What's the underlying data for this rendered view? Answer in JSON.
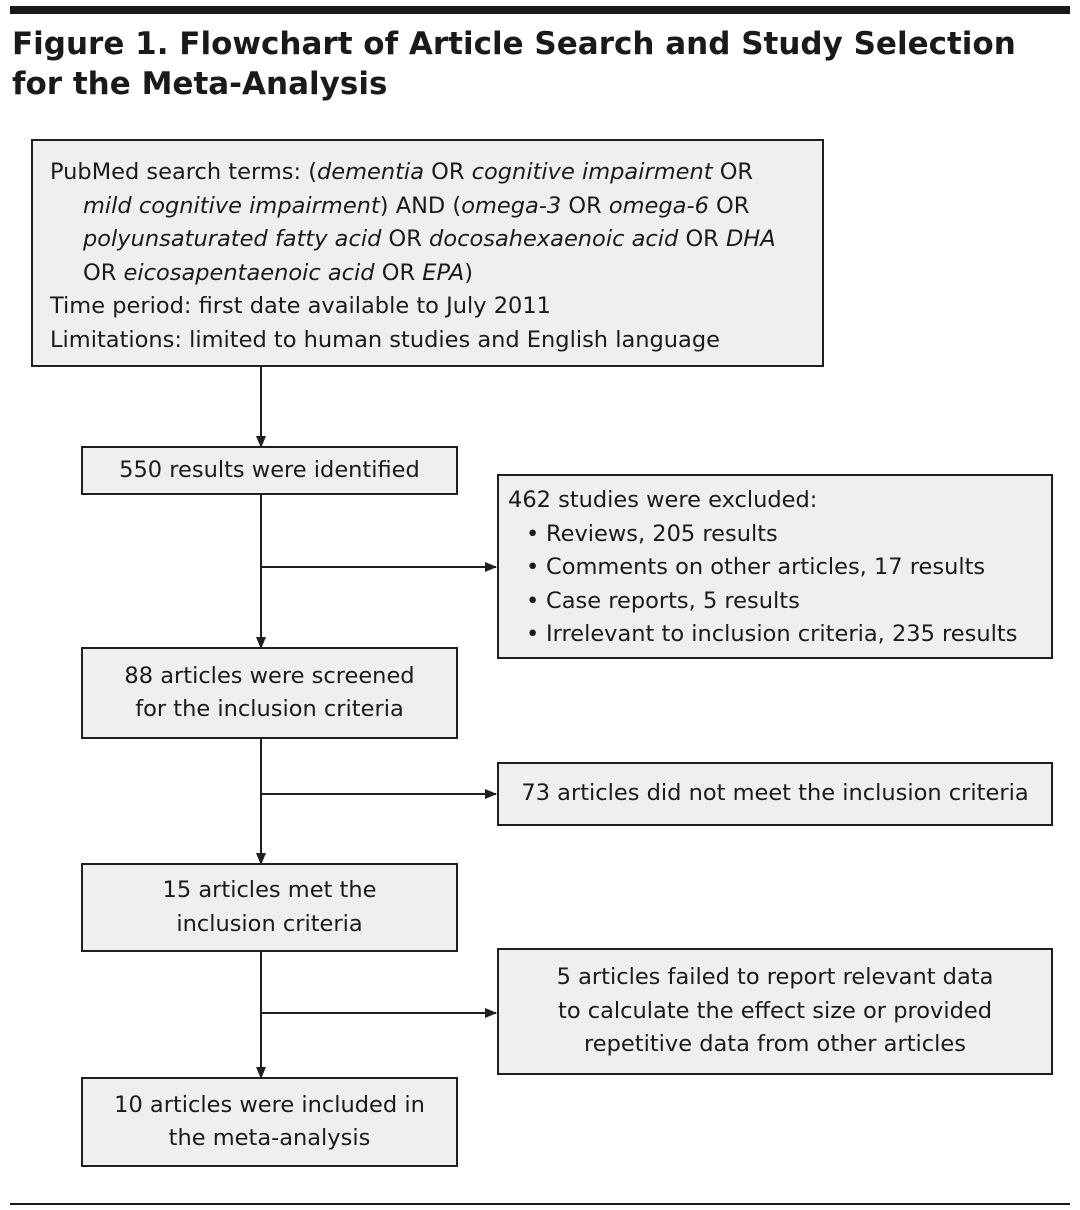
{
  "figure": {
    "title": "Figure 1. Flowchart of Article Search and Study Selection for the Meta-Analysis"
  },
  "search_box": {
    "line1": [
      {
        "t": "PubMed search terms: (",
        "i": false
      },
      {
        "t": "dementia",
        "i": true
      },
      {
        "t": " OR ",
        "i": false
      },
      {
        "t": "cognitive impairment",
        "i": true
      },
      {
        "t": " OR",
        "i": false
      }
    ],
    "line2": [
      {
        "t": "mild cognitive impairment",
        "i": true
      },
      {
        "t": ") AND (",
        "i": false
      },
      {
        "t": "omega-3",
        "i": true
      },
      {
        "t": " OR ",
        "i": false
      },
      {
        "t": "omega-6",
        "i": true
      },
      {
        "t": " OR",
        "i": false
      }
    ],
    "line3": [
      {
        "t": "polyunsaturated fatty acid",
        "i": true
      },
      {
        "t": " OR ",
        "i": false
      },
      {
        "t": "docosahexaenoic acid",
        "i": true
      },
      {
        "t": " OR ",
        "i": false
      },
      {
        "t": "DHA",
        "i": true
      }
    ],
    "line4": [
      {
        "t": "OR ",
        "i": false
      },
      {
        "t": "eicosapentaenoic acid",
        "i": true
      },
      {
        "t": " OR ",
        "i": false
      },
      {
        "t": "EPA",
        "i": true
      },
      {
        "t": ")",
        "i": false
      }
    ],
    "time_period": "Time period: first date available to July 2011",
    "limitations": "Limitations: limited to human studies and English language"
  },
  "identified": {
    "text": "550 results were identified"
  },
  "excluded": {
    "heading": "462 studies were excluded:",
    "items": [
      "Reviews, 205 results",
      "Comments on other articles, 17 results",
      "Case reports, 5 results",
      "Irrelevant to inclusion criteria, 235 results"
    ]
  },
  "screened": {
    "line1": "88 articles were screened",
    "line2": "for the inclusion criteria"
  },
  "not_met": {
    "text": "73 articles did not meet the inclusion criteria"
  },
  "met": {
    "line1": "15 articles met the",
    "line2": "inclusion criteria"
  },
  "failed": {
    "line1": "5 articles failed to report relevant data",
    "line2": "to calculate the effect size or provided",
    "line3": "repetitive data from other articles"
  },
  "included": {
    "line1": "10 articles were included in",
    "line2": "the meta-analysis"
  },
  "colors": {
    "box_fill": "#efefef",
    "line": "#1f1f1f",
    "text": "#1a1a1a"
  }
}
